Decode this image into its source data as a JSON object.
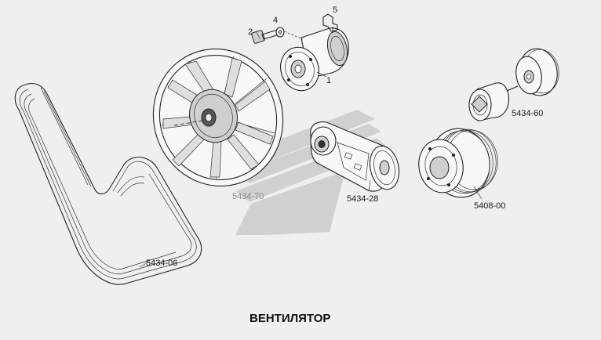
{
  "diagram": {
    "title": "ВЕНТИЛЯТОР",
    "callouts": {
      "belt": "5434-06",
      "fan": "5434-70",
      "tensioner": "5434-28",
      "pulley_large": "5408-00",
      "idler": "5434-60",
      "hub": "1",
      "bolt": "2",
      "washer": "4",
      "fitting": "5"
    }
  }
}
